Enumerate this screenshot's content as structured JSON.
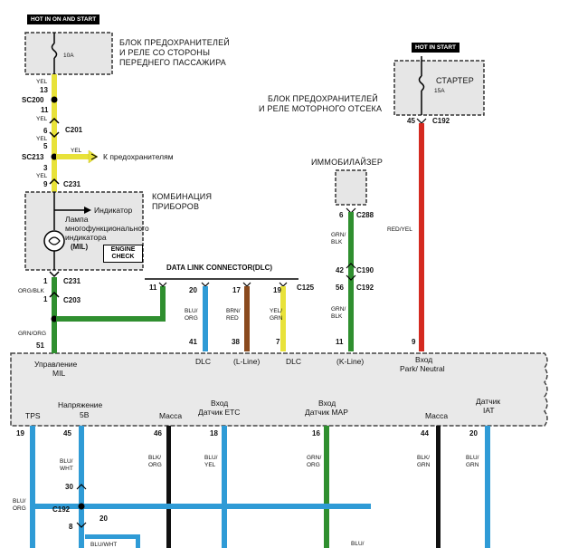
{
  "tags": {
    "hot_on_start": "HOT IN ON AND START",
    "hot_in_start": "HOT IN START"
  },
  "fuse_box_passenger": {
    "fuse": "10A",
    "label_lines": [
      "БЛОК ПРЕДОХРАНИТЕЛЕЙ",
      "И РЕЛЕ СО СТОРОНЫ",
      "ПЕРЕДНЕГО ПАССАЖИРА"
    ]
  },
  "fuse_box_engine": {
    "fuse_name": "СТАРТЕР",
    "fuse": "15A",
    "label_lines": [
      "БЛОК ПРЕДОХРАНИТЕЛЕЙ",
      "И РЕЛЕ МОТОРНОГО ОТСЕКА"
    ]
  },
  "left_column": {
    "wire_yel_1": "YEL",
    "pin_13": "13",
    "sc200": "SC200",
    "pin_11": "11",
    "wire_yel_2": "YEL",
    "c201": "C201",
    "pin_6": "6",
    "wire_yel_3": "YEL",
    "pin_5": "5",
    "branch_yel": "YEL",
    "to_fuses": "К предохранителям",
    "sc213": "SC213",
    "pin_3": "3",
    "wire_yel_4": "YEL",
    "pin_9": "9",
    "c231_top": "C231",
    "pin_1a": "1",
    "c231_bot": "C231",
    "wire_org_blk": "ORG/BLK",
    "pin_1b": "1",
    "c203": "C203",
    "wire_grn_org": "GRN/ORG",
    "pin_51": "51"
  },
  "instrument_cluster": {
    "label_lines": [
      "КОМБИНАЦИЯ",
      "ПРИБОРОВ"
    ],
    "indicator": "Индикатор",
    "lamp_lines": [
      "Лампа",
      "многофункционального",
      "индикатора",
      "(MIL)"
    ],
    "engine_check_lines": [
      "ENGINE",
      "CHECK"
    ]
  },
  "dlc": {
    "title": "DATA LINK CONNECTOR(DLC)",
    "pin_11": "11",
    "pin_20": "20",
    "pin_17": "17",
    "pin_19": "19",
    "c125": "C125",
    "wire_blu_org": [
      "BLU/",
      "ORG"
    ],
    "wire_brn_red": [
      "BRN/",
      "RED"
    ],
    "wire_yel_grn": [
      "YEL/",
      "GRN"
    ]
  },
  "immobilizer": {
    "label": "ИММОБИЛАЙЗЕР",
    "pin_6": "6",
    "c288": "C288",
    "wire": [
      "GRN/",
      "BLK"
    ],
    "pin_42": "42",
    "c190": "C190",
    "pin_56": "56",
    "c192": "C192",
    "wire2": [
      "GRN/",
      "BLK"
    ]
  },
  "starter_circuit": {
    "pin_45": "45",
    "c192": "C192",
    "wire": "RED/YEL"
  },
  "ecm_top_pins": {
    "p51": "51",
    "p41": "41",
    "p38": "38",
    "p7": "7",
    "p11": "11",
    "p9": "9"
  },
  "ecm_labels": {
    "mil_ctrl": [
      "Управление",
      "MIL"
    ],
    "dlc": "DLC",
    "l_line": "(L-Line)",
    "dlc2": "DLC",
    "k_line": "(K-Line)",
    "park_neutral": [
      "Вход",
      "Park/ Neutral"
    ],
    "tps": "TPS",
    "voltage_5v": [
      "Напряжение",
      "5В"
    ],
    "ground1": "Масса",
    "etc_input": [
      "Вход",
      "Датчик ETC"
    ],
    "map_input": [
      "Вход",
      "Датчик MAP"
    ],
    "ground2": "Масса",
    "iat_sensor": [
      "Датчик",
      "IAT"
    ]
  },
  "ecm_bottom_pins": {
    "p19": "19",
    "p45": "45",
    "p46": "46",
    "p18": "18",
    "p16": "16",
    "p44": "44",
    "p20": "20"
  },
  "bottom_wires": {
    "blu_org": [
      "BLU/",
      "ORG"
    ],
    "blu_wht": [
      "BLU/",
      "WHT"
    ],
    "blk_org": [
      "BLK/",
      "ORG"
    ],
    "blu_yel": [
      "BLU/",
      "YEL"
    ],
    "grn_org": [
      "GRN/",
      "ORG"
    ],
    "blk_grn": [
      "BLK/",
      "GRN"
    ],
    "blu_grn": [
      "BLU/",
      "GRN"
    ],
    "pin_30": "30",
    "c192": "C192",
    "pin_20": "20",
    "pin_8": "8",
    "blu_wht2": "BLU/WHT",
    "blu_bottom": "BLU/"
  },
  "colors": {
    "yellow": "#e8e23a",
    "green": "#2f8f2f",
    "blue": "#2f9bd6",
    "red": "#d42a20",
    "brown": "#8a4a1e",
    "black": "#111111",
    "ecm_fill": "#e9e9e9"
  }
}
